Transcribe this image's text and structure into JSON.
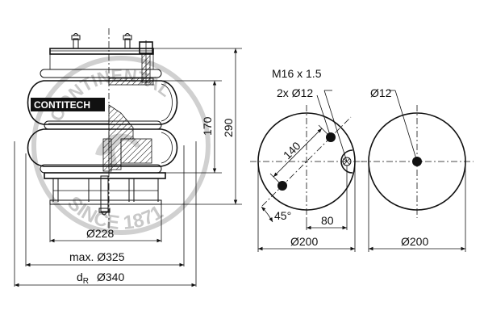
{
  "brand": {
    "logo_text": "CONTITECH",
    "watermark_top": "CONTINENTAL",
    "watermark_bottom": "SINCE 1871"
  },
  "dimensions": {
    "height_170": "170",
    "height_290": "290",
    "dia_228": "Ø228",
    "max_325": "max. Ø325",
    "dr_label": "d",
    "dr_sub": "R",
    "dia_340": "Ø340"
  },
  "top_plate": {
    "thread": "M16 x 1.5",
    "holes": "2x Ø12",
    "spacing": "140",
    "angle": "45°",
    "offset": "80",
    "diameter": "Ø200"
  },
  "bottom_plate": {
    "hole": "Ø12",
    "diameter": "Ø200"
  }
}
